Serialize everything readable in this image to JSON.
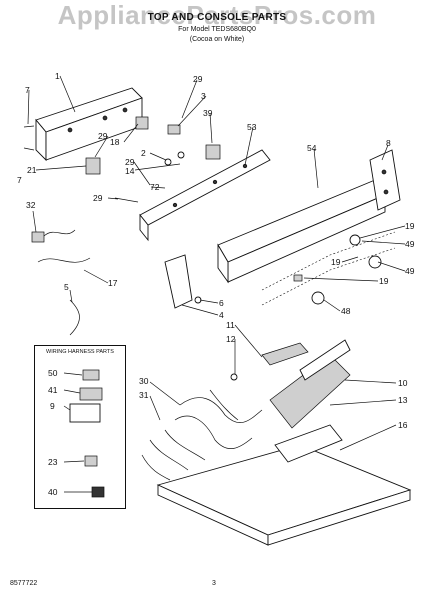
{
  "header": {
    "watermark": "AppliancePartsPros.com",
    "title": "TOP AND CONSOLE PARTS",
    "subtitle_line1": "For Model TEDS680BQ0",
    "subtitle_line2": "(Cocoa on White)"
  },
  "inset": {
    "title": "WIRING HARNESS PARTS"
  },
  "callouts": {
    "c1": "1",
    "c7a": "7",
    "c7b": "7",
    "c29a": "29",
    "c3": "3",
    "c39": "39",
    "c53": "53",
    "c29b": "29",
    "c18": "18",
    "c21": "21",
    "c2": "2",
    "c29c": "29",
    "c14": "14",
    "c72": "72",
    "c29d": "29",
    "c8": "8",
    "c54": "54",
    "c32": "32",
    "c19a": "19",
    "c49a": "49",
    "c19b": "19",
    "c19c": "19",
    "c49b": "49",
    "c17": "17",
    "c5": "5",
    "c6": "6",
    "c4": "4",
    "c48": "48",
    "c11": "11",
    "c12": "12",
    "c30": "30",
    "c10": "10",
    "c31": "31",
    "c13": "13",
    "c16": "16",
    "c50": "50",
    "c41": "41",
    "c9": "9",
    "c23": "23",
    "c40": "40"
  },
  "footer": {
    "doc_number": "8577722",
    "page": "3"
  }
}
